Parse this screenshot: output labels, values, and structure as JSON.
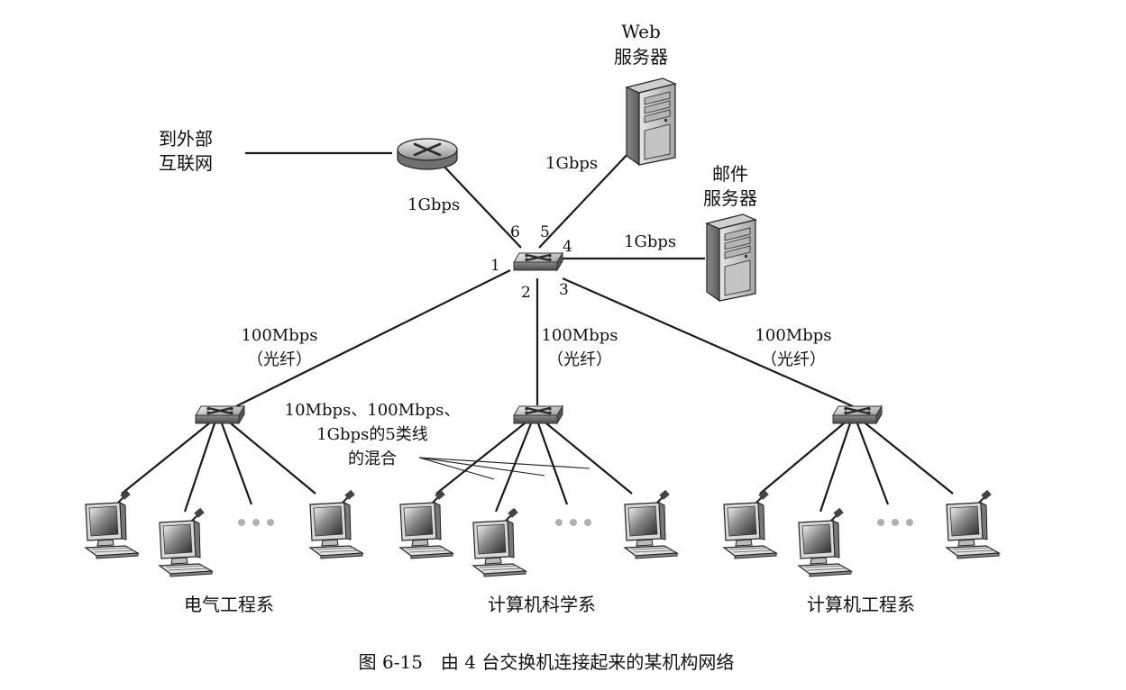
{
  "internet_label": {
    "line1": "到外部",
    "line2": "互联网"
  },
  "web_server": {
    "line1": "Web",
    "line2": "服务器"
  },
  "mail_server": {
    "line1": "邮件",
    "line2": "服务器"
  },
  "links": {
    "router": "1Gbps",
    "web": "1Gbps",
    "mail": "1Gbps",
    "dept_left": {
      "line1": "100Mbps",
      "line2": "（光纤）"
    },
    "dept_mid": {
      "line1": "100Mbps",
      "line2": "（光纤）"
    },
    "dept_right": {
      "line1": "100Mbps",
      "line2": "（光纤）"
    }
  },
  "ports": [
    "1",
    "2",
    "3",
    "4",
    "5",
    "6"
  ],
  "cable_note": {
    "line1": "10Mbps、100Mbps、",
    "line2": "1Gbps的5类线",
    "line3": "的混合"
  },
  "departments": [
    "电气工程系",
    "计算机科学系",
    "计算机工程系"
  ],
  "caption": "图 6-15　由 4 台交换机连接起来的某机构网络",
  "icons": {
    "router": "router-icon",
    "switch": "switch-icon",
    "server": "server-icon",
    "computer": "computer-icon",
    "ellipsis": "ellipsis-dots"
  }
}
